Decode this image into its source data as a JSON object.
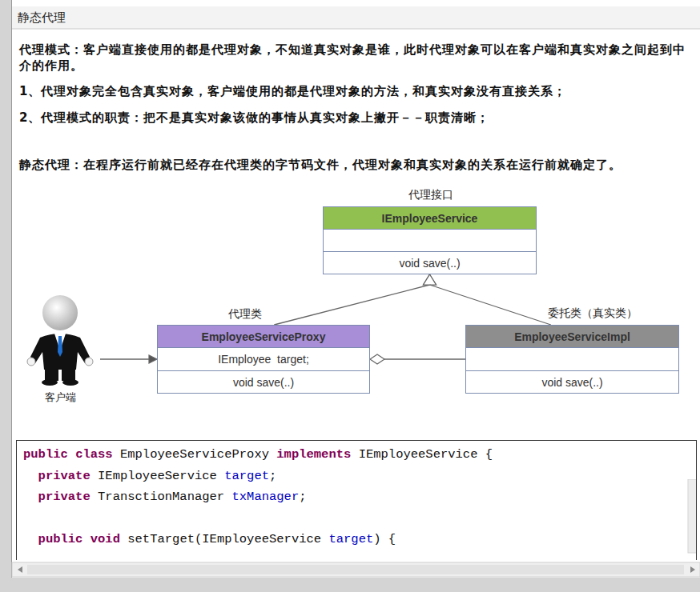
{
  "diagram": {
    "title": "静态代理",
    "nodes": [
      {
        "text": [
          "代理接口",
          "IEmployeeService",
          "void save(..)"
        ]
      },
      {
        "text": [
          "客户端"
        ]
      },
      {
        "text": [
          "代理类",
          "EmployeeServiceProxy",
          "IEmployee  target;",
          "void save(..)"
        ]
      },
      {
        "text": [
          "委托类（真实类）",
          "EmployeeServiceImpl",
          "void save(..)"
        ]
      }
    ],
    "edges": [
      {
        "from": 1,
        "to": 2,
        "arrow": "to"
      },
      {
        "from": 2,
        "to": 0,
        "arrow": "to"
      },
      {
        "from": 3,
        "to": 0,
        "arrow": "to"
      },
      {
        "from": 3,
        "to": 2,
        "arrow": "to"
      }
    ],
    "labels": [
      "代理模式：客户端直接使用的都是代理对象，不知道真实对象是谁，此时代理对象可以在客户端和真实对象之间起到中介的作用。",
      "1、代理对象完全包含真实对象，客户端使用的都是代理对象的方法，和真实对象没有直接关系；",
      "2、代理模式的职责：把不是真实对象该做的事情从真实对象上撇开－－职责清晰；",
      "静态代理：在程序运行前就已经存在代理类的字节码文件，代理对象和真实对象的关系在运行前就确定了。",
      "public class EmployeeServiceProxy implements IEmployeeService {",
      "  private IEmployeeService target;",
      "  private TransctionManager txManager;",
      "  public void setTarget(IEmployeeService target) {"
    ]
  }
}
